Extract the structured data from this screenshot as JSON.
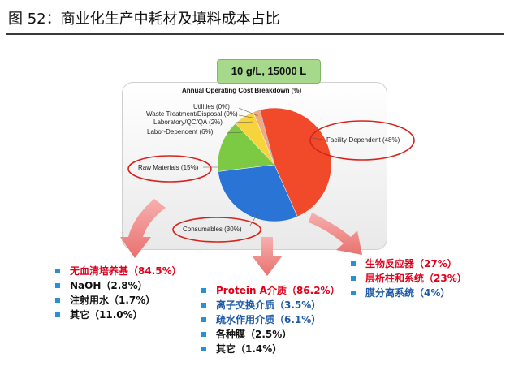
{
  "figure_title": "图 52：商业化生产中耗材及填料成本占比",
  "scale_label": "10 g/L, 15000 L",
  "chart_data": {
    "type": "pie",
    "title": "Annual Operating Cost Breakdown (%)",
    "unit": "%",
    "slices": [
      {
        "label": "Facility-Dependent (48%)",
        "value": 48,
        "color": "#f04a2a"
      },
      {
        "label": "Consumables (30%)",
        "value": 30,
        "color": "#2a74d6"
      },
      {
        "label": "Raw Materials (15%)",
        "value": 15,
        "color": "#7cc944"
      },
      {
        "label": "Labor-Dependent (6%)",
        "value": 6,
        "color": "#f7d33c"
      },
      {
        "label": "Laboratory/QC/QA (2%)",
        "value": 2,
        "color": "#f5a97a"
      },
      {
        "label": "Waste Treatment/Disposal (0%)",
        "value": 0,
        "color": "#c9a0d8"
      },
      {
        "label": "Utilities (0%)",
        "value": 0,
        "color": "#9ecde8"
      }
    ]
  },
  "raw_materials_list": [
    {
      "text": "无血清培养基（84.5%）",
      "color": "red"
    },
    {
      "text": "NaOH（2.8%）",
      "color": "black"
    },
    {
      "text": "注射用水（1.7%）",
      "color": "black"
    },
    {
      "text": "其它（11.0%）",
      "color": "black"
    }
  ],
  "consumables_list": [
    {
      "text": "Protein A介质（86.2%）",
      "color": "red"
    },
    {
      "text": "离子交换介质（3.5%）",
      "color": "blue"
    },
    {
      "text": "疏水作用介质（6.1%）",
      "color": "blue"
    },
    {
      "text": "各种膜（2.5%）",
      "color": "black"
    },
    {
      "text": "其它（1.4%）",
      "color": "black"
    }
  ],
  "facility_list": [
    {
      "text": "生物反应器（27%）",
      "color": "red"
    },
    {
      "text": "层析柱和系统（23%）",
      "color": "red"
    },
    {
      "text": "膜分离系统（4%）",
      "color": "blue"
    }
  ]
}
